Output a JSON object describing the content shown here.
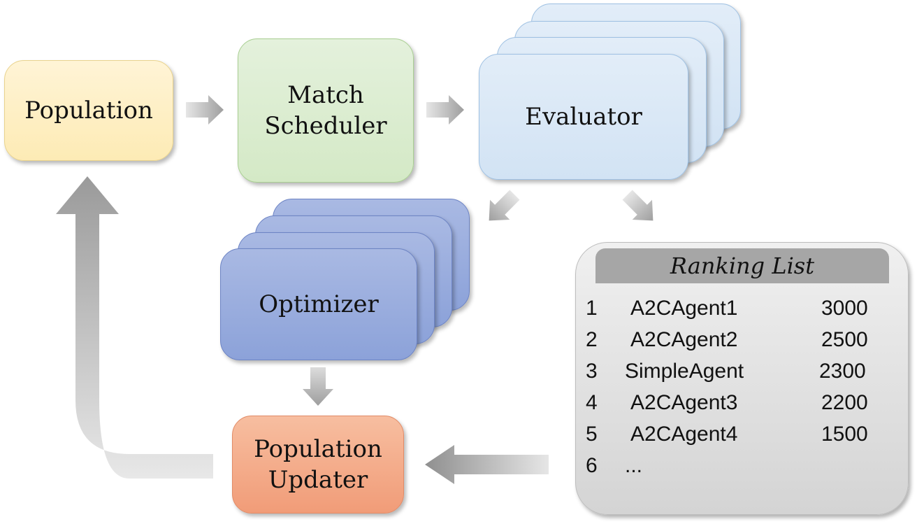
{
  "nodes": {
    "population": "Population",
    "match_scheduler": "Match\nScheduler",
    "evaluator": "Evaluator",
    "optimizer": "Optimizer",
    "population_updater": "Population\nUpdater"
  },
  "ranking_list": {
    "title": "Ranking List",
    "rows": [
      {
        "rank": "1",
        "name": "A2CAgent1",
        "score": "3000"
      },
      {
        "rank": "2",
        "name": "A2CAgent2",
        "score": "2500"
      },
      {
        "rank": "3",
        "name": "SimpleAgent",
        "score": "2300"
      },
      {
        "rank": "4",
        "name": "A2CAgent3",
        "score": "2200"
      },
      {
        "rank": "5",
        "name": "A2CAgent4",
        "score": "1500"
      },
      {
        "rank": "6",
        "name": "...",
        "score": ""
      }
    ]
  },
  "colors": {
    "population": "#fdebb5",
    "match_scheduler": "#d4e9c6",
    "evaluator": "#d2e3f4",
    "optimizer": "#8ca2d9",
    "population_updater": "#f19c78",
    "ranking_list": "#d9d9d9",
    "arrow": "#a6a6a6"
  }
}
